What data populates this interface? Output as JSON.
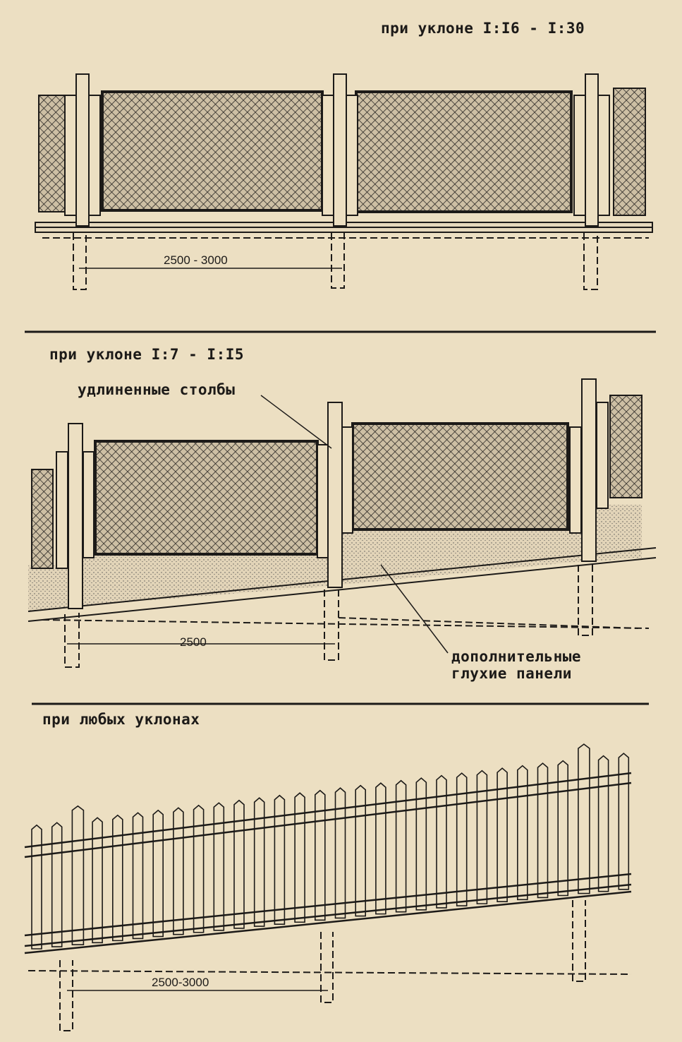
{
  "section_1": {
    "title": "при уклоне I:I6 - I:30",
    "dimension": "2500 - 3000"
  },
  "section_2": {
    "title": "при уклоне I:7 - I:I5",
    "callout_posts": "удлиненные столбы",
    "dimension": "2500",
    "callout_panels_line1": "дополнительные",
    "callout_panels_line2": "глухие панели"
  },
  "section_3": {
    "title": "при любых уклонах",
    "dimension": "2500-3000"
  },
  "colors": {
    "paper": "#ecdfc2",
    "ink": "#1c1a18"
  }
}
